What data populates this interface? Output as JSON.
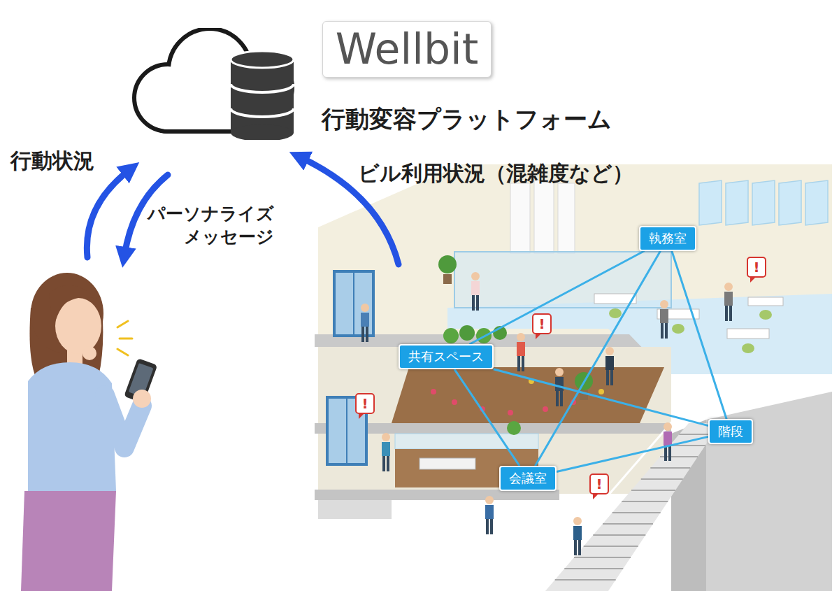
{
  "diagram": {
    "nodes": [
      {
        "text": [
          "行動変容プラットフォーム"
        ]
      },
      {
        "text": [
          "Wellbit"
        ]
      },
      {
        "text": [
          "執務室"
        ]
      },
      {
        "text": [
          "共有スペース"
        ]
      },
      {
        "text": [
          "階段"
        ]
      },
      {
        "text": [
          "会議室"
        ]
      }
    ],
    "edges": [
      {
        "from": 2,
        "to": 3,
        "arrow": "none"
      },
      {
        "from": 2,
        "to": 5,
        "arrow": "none"
      },
      {
        "from": 2,
        "to": 4,
        "arrow": "none"
      },
      {
        "from": 3,
        "to": 5,
        "arrow": "none"
      },
      {
        "from": 3,
        "to": 4,
        "arrow": "none"
      },
      {
        "from": 5,
        "to": 4,
        "arrow": "none"
      }
    ],
    "labels": [
      "行動状況",
      "ビル利用状況（混雑度など）",
      "パーソナライズ メッセージ",
      "!",
      "!",
      "!",
      "!"
    ]
  }
}
